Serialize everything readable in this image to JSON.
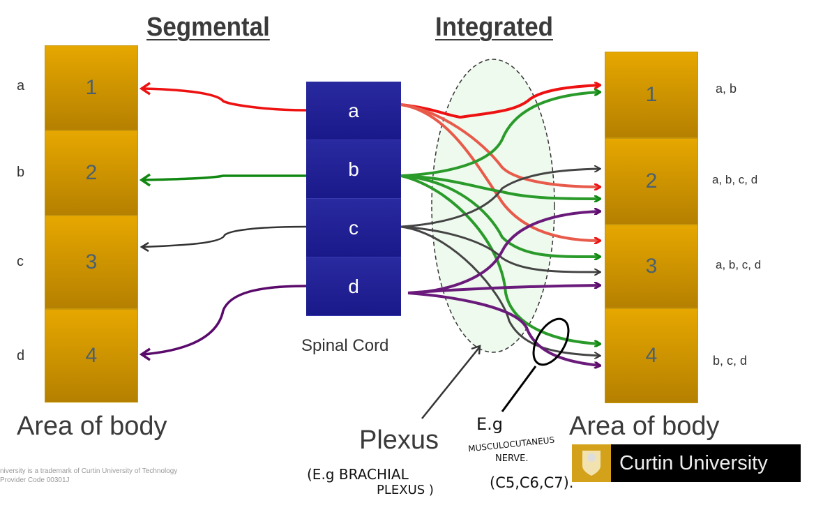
{
  "titles": {
    "segmental": "Segmental",
    "integrated": "Integrated"
  },
  "left_labels": [
    "a",
    "b",
    "c",
    "d"
  ],
  "body_boxes_left": [
    "1",
    "2",
    "3",
    "4"
  ],
  "body_boxes_right": [
    "1",
    "2",
    "3",
    "4"
  ],
  "spinal_cord": {
    "segments": [
      "a",
      "b",
      "c",
      "d"
    ],
    "label": "Spinal Cord"
  },
  "right_labels": [
    "a, b",
    "a, b, c, d",
    "a, b, c, d",
    "b, c, d"
  ],
  "area_of_body_left": "Area of body",
  "area_of_body_right": "Area of body",
  "plexus_label": "Plexus",
  "annotations": {
    "plexus_note_1": "(E.g BRACHIAL",
    "plexus_note_2": "PLEXUS )",
    "eg": "E.g",
    "nerve_1": "MUSCULOCUTANEUS",
    "nerve_2": "NERVE.",
    "nerve_3": "(C5,C6,C7)."
  },
  "footer": {
    "line1": "niversity is a trademark of Curtin University of Technology",
    "line2": "Provider Code 00301J"
  },
  "logo": {
    "text": "Curtin University"
  },
  "colors": {
    "a": "#ee1111",
    "b": "#118811",
    "c": "#333333",
    "d": "#5a0a6a",
    "box": "#d9a000",
    "cord": "#22229a"
  }
}
